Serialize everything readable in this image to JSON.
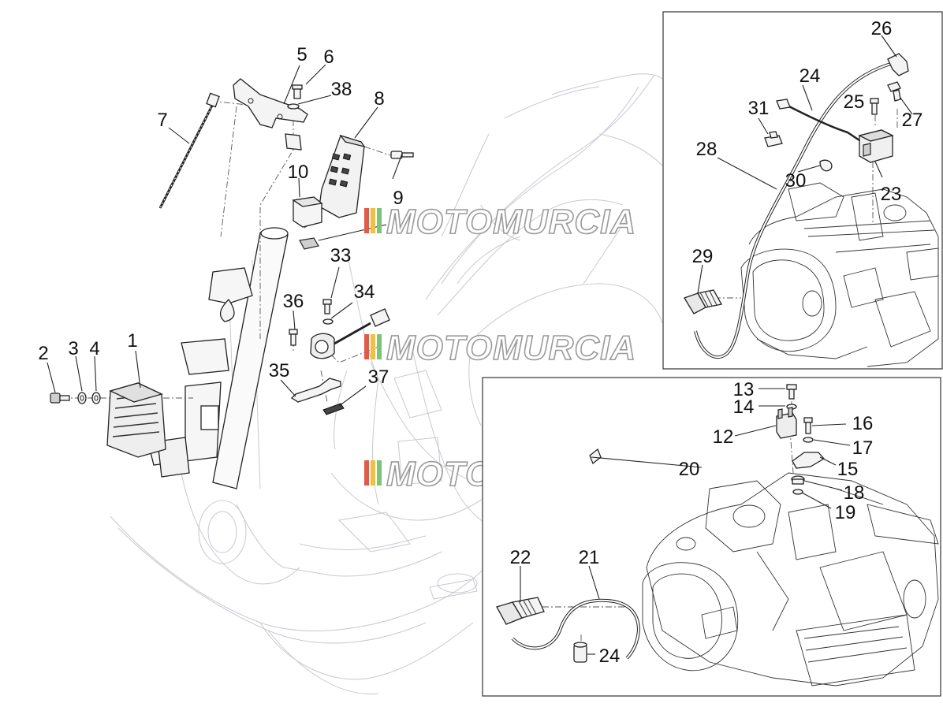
{
  "diagram": {
    "watermark": {
      "text": "MOTOMURCIA",
      "stripe_colors": [
        "#e05a4b",
        "#f0c040",
        "#7cc47a"
      ]
    },
    "callouts": {
      "c1": "1",
      "c2": "2",
      "c3": "3",
      "c4": "4",
      "c5": "5",
      "c6": "6",
      "c7": "7",
      "c8": "8",
      "c9": "9",
      "c10": "10",
      "c12": "12",
      "c13": "13",
      "c14": "14",
      "c15": "15",
      "c16": "16",
      "c17": "17",
      "c18": "18",
      "c19": "19",
      "c20": "20",
      "c21": "21",
      "c22": "22",
      "c23": "23",
      "c24a": "24",
      "c24b": "24",
      "c25": "25",
      "c26": "26",
      "c27": "27",
      "c28": "28",
      "c29": "29",
      "c30": "30",
      "c31": "31",
      "c33": "33",
      "c34": "34",
      "c35": "35",
      "c36": "36",
      "c37": "37",
      "c38": "38"
    }
  }
}
